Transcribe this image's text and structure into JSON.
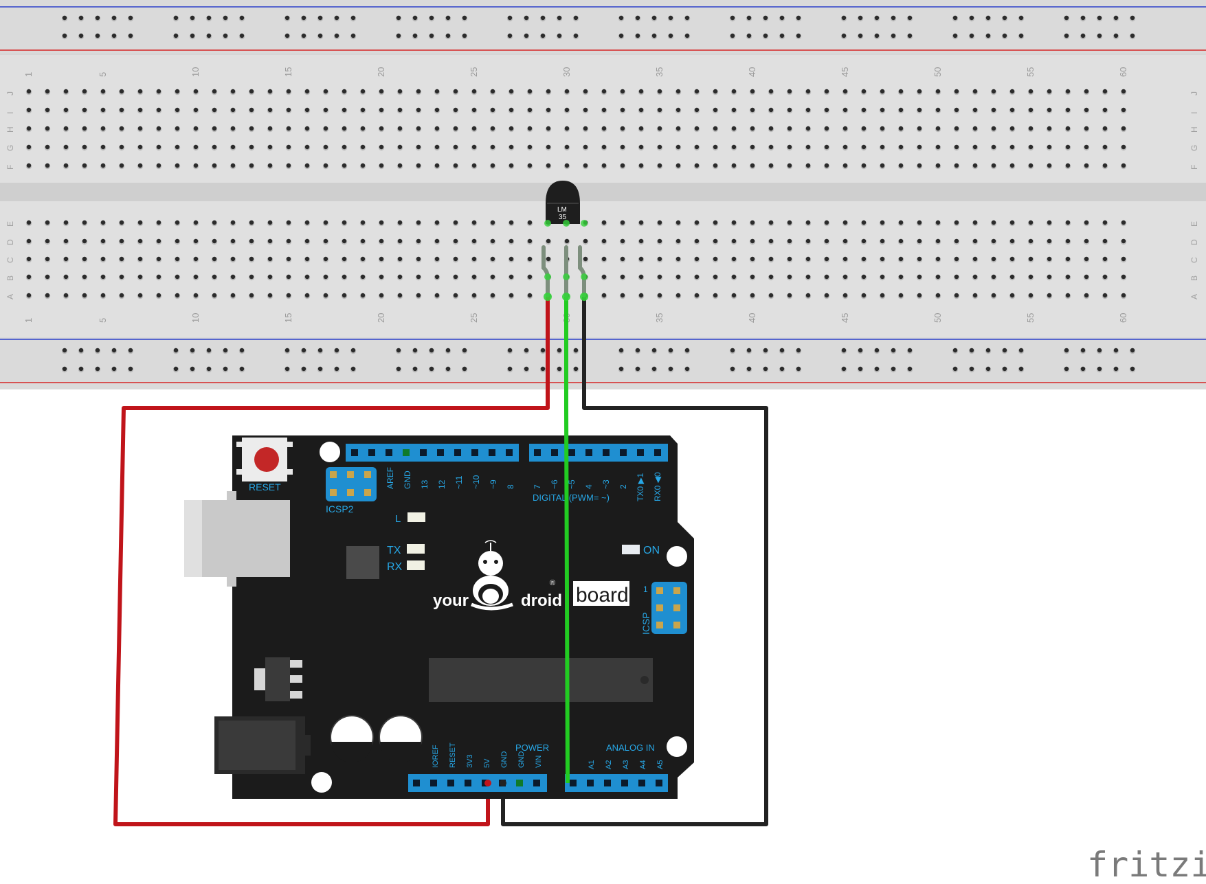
{
  "breadboard": {
    "column_numbers": [
      "1",
      "5",
      "10",
      "15",
      "20",
      "25",
      "30",
      "35",
      "40",
      "45",
      "50",
      "55",
      "60"
    ],
    "top_row_letters": [
      "J",
      "I",
      "H",
      "G",
      "F"
    ],
    "bottom_row_letters": [
      "E",
      "D",
      "C",
      "B",
      "A"
    ]
  },
  "sensor": {
    "label_line1": "LM",
    "label_line2": "35"
  },
  "board": {
    "reset_label": "RESET",
    "icsp2_label": "ICSP2",
    "icsp_label": "ICSP",
    "header_top_labels": [
      "AREF",
      "GND",
      "13",
      "12",
      "~11",
      "~10",
      "~9",
      "8",
      "7",
      "~6",
      "~5",
      "4",
      "~3",
      "2",
      "TX0 ▶1",
      "RX0 ◀0"
    ],
    "digital_label": "DIGITAL (PWM=  ~)",
    "led_l": "L",
    "led_tx": "TX",
    "led_rx": "RX",
    "led_on": "ON",
    "logo_left": "your",
    "logo_right": "droid",
    "logo_box": "board",
    "registered": "®",
    "icsp_pin_number": "1",
    "power_label": "POWER",
    "analog_label": "ANALOG  IN",
    "power_pins": [
      "IOREF",
      "RESET",
      "3V3",
      "5V",
      "GND",
      "GND",
      "VIN"
    ],
    "analog_pins": [
      "A1",
      "A2",
      "A3",
      "A4",
      "A5"
    ]
  },
  "wires": {
    "red": "#c0141a",
    "black": "#222222",
    "green": "#22cc22"
  },
  "brand": "fritzing",
  "colors": {
    "breadboard": "#dcdcdc",
    "header": "#1f8fd1",
    "pcb": "#1b1b1b"
  }
}
